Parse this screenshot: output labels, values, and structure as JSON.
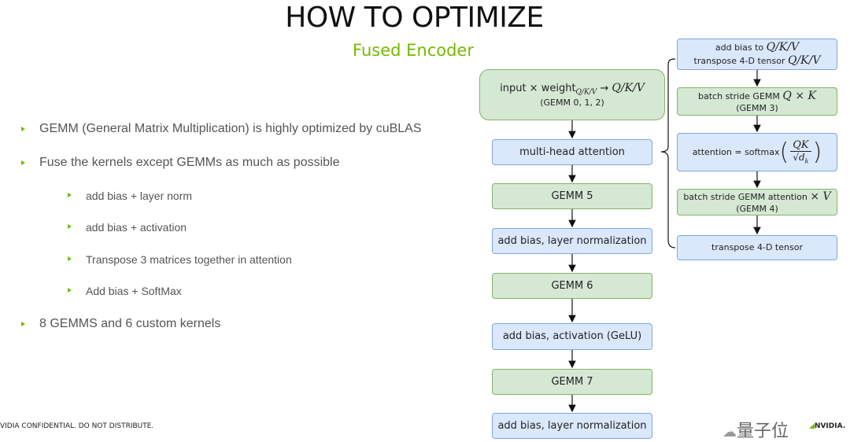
{
  "title": "HOW TO OPTIMIZE",
  "subtitle": "Fused Encoder",
  "bullets": {
    "b1": "GEMM (General Matrix Multiplication) is highly optimized by cuBLAS",
    "b2": "Fuse the kernels except GEMMs as much as possible",
    "s1": "add bias + layer norm",
    "s2": "add bias + activation",
    "s3": "Transpose 3 matrices together in attention",
    "s4": "Add bias + SoftMax",
    "b3": "8 GEMMS and 6 custom kernels"
  },
  "flow": {
    "n1_line1_prefix": "input × weight",
    "n1_sub": "Q/K/V",
    "n1_arrow": "→",
    "n1_math": "Q/K/V",
    "n1_line2": "(GEMM 0, 1, 2)",
    "n2": "multi-head attention",
    "n3": "GEMM 5",
    "n4": "add bias, layer normalization",
    "n5": "GEMM 6",
    "n6": "add bias, activation (GeLU)",
    "n7": "GEMM 7",
    "n8": "add bias, layer normalization"
  },
  "detail": {
    "d1_line1_text": "add bias to ",
    "d1_line1_math": "Q/K/V",
    "d1_line2_text": "transpose 4-D tensor ",
    "d1_line2_math": "Q/K/V",
    "d2_line1_text": "batch stride GEMM ",
    "d2_line1_math": "Q × K",
    "d2_line2": "(GEMM 3)",
    "d3_text": "attention = softmax",
    "d3_num": "QK",
    "d3_den": "√d",
    "d3_den_sub": "k",
    "d4_line1_text": "batch stride GEMM attention ",
    "d4_line1_math": "× V",
    "d4_line2": "(GEMM 4)",
    "d5": "transpose 4-D tensor"
  },
  "footer": "VIDIA CONFIDENTIAL. DO NOT DISTRIBUTE.",
  "watermark": "量子位",
  "nvidia_mark": "NVIDIA.",
  "colors": {
    "accent": "#76b900",
    "blue_fill": "#dae8fc",
    "blue_stroke": "#7ea6e0",
    "green_fill": "#d5e8d4",
    "green_stroke": "#82b366"
  }
}
